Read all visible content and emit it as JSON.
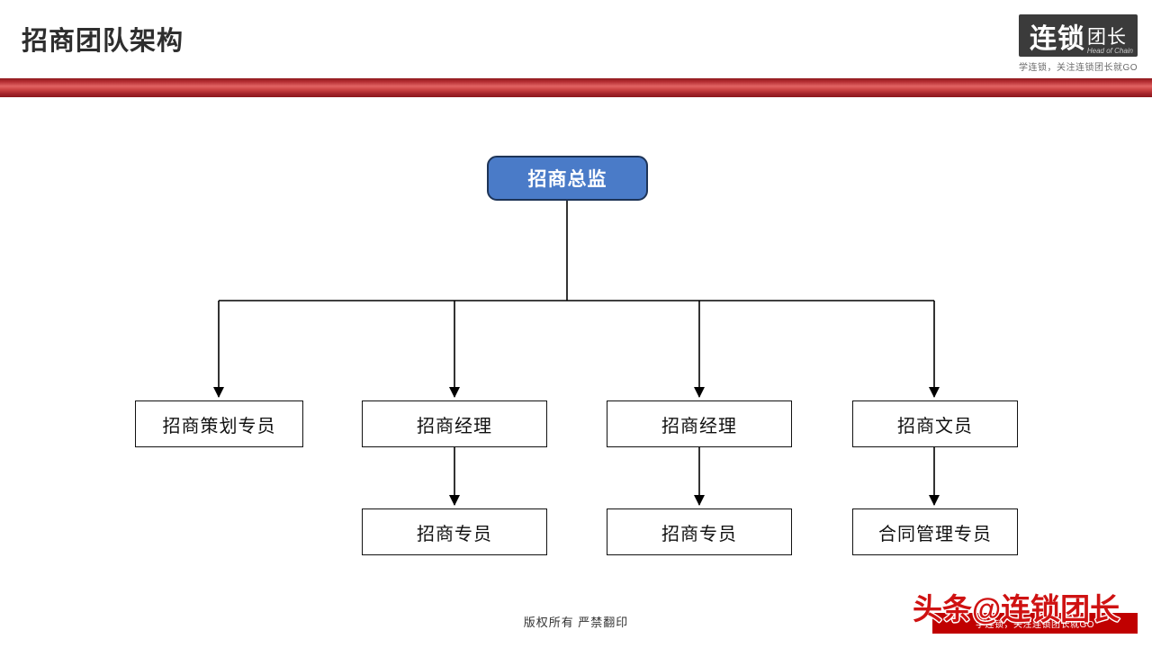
{
  "slide": {
    "title": "招商团队架构",
    "logo": {
      "name_primary": "连锁",
      "name_secondary": "团长",
      "name_sub": "Head of Chain",
      "tagline": "学连锁，关注连锁团长就GO"
    },
    "orgchart": {
      "root": {
        "label": "招商总监"
      },
      "level2": [
        {
          "label": "招商策划专员"
        },
        {
          "label": "招商经理"
        },
        {
          "label": "招商经理"
        },
        {
          "label": "招商文员"
        }
      ],
      "level3": [
        {
          "label": "招商专员"
        },
        {
          "label": "招商专员"
        },
        {
          "label": "合同管理专员"
        }
      ]
    },
    "footer": {
      "copyright": "版权所有  严禁翻印",
      "watermark_text": "头条@连锁团长",
      "watermark_banner_text": "学连锁，关注连锁团长就GO"
    },
    "colors": {
      "root_box_fill": "#4a7bc8",
      "root_box_border": "#1e3457",
      "accent_red": "#c00000",
      "connector": "#000000"
    }
  }
}
